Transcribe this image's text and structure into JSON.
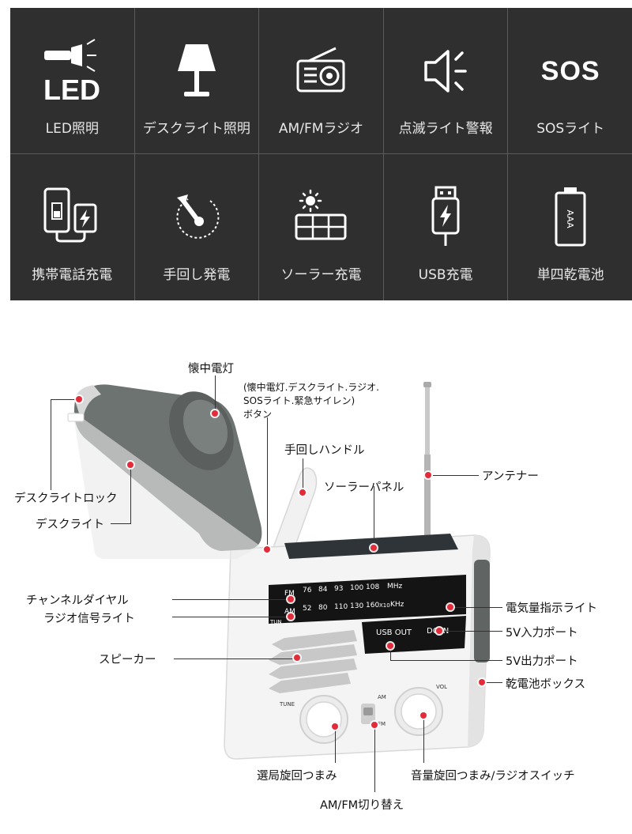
{
  "features": {
    "items": [
      {
        "label": "LED照明",
        "icon": "flashlight-icon",
        "icon_text": "LED"
      },
      {
        "label": "デスクライト照明",
        "icon": "desk-lamp-icon"
      },
      {
        "label": "AM/FMラジオ",
        "icon": "radio-icon"
      },
      {
        "label": "点滅ライト警報",
        "icon": "speaker-alarm-icon"
      },
      {
        "label": "SOSライト",
        "icon": "sos-icon",
        "icon_text": "SOS"
      },
      {
        "label": "携帯電話充電",
        "icon": "phone-charging-icon"
      },
      {
        "label": "手回し発電",
        "icon": "hand-crank-icon"
      },
      {
        "label": "ソーラー充電",
        "icon": "solar-panel-icon"
      },
      {
        "label": "USB充電",
        "icon": "usb-cable-icon"
      },
      {
        "label": "単四乾電池",
        "icon": "battery-aaa-icon",
        "icon_text": "AAA"
      }
    ]
  },
  "product": {
    "dial": {
      "fm_label": "FM",
      "am_label": "AM",
      "fm_scale": [
        "76",
        "84",
        "93",
        "100",
        "108"
      ],
      "am_scale": [
        "52",
        "80",
        "110",
        "130",
        "160"
      ],
      "am_multiplier": "X10",
      "fm_unit": "MHz",
      "am_unit": "KHz",
      "tune_indicator": "TUN"
    },
    "usb_out": "USB OUT",
    "dc_in": "DC IN",
    "tune": "TUNE",
    "vol": "VOL",
    "switch_am": "AM",
    "switch_fm": "FM"
  },
  "callouts": {
    "flashlight": "懐中電灯",
    "button": "(懐中電灯.デスクライト.ラジオ.\nSOSライト.緊急サイレン)\nボタン",
    "crank": "手回しハンドル",
    "antenna": "アンテナー",
    "solar": "ソーラーパネル",
    "desk_lock": "デスクライトロック",
    "desk_light": "デスクライト",
    "channel_dial": "チャンネルダイヤル",
    "signal_light": "ラジオ信号ライト",
    "battery_indicator": "電気量指示ライト",
    "dc_input": "5V入力ポート",
    "usb_output": "5V出力ポート",
    "speaker": "スピーカー",
    "battery_box": "乾電池ボックス",
    "tuning_knob": "選局旋回つまみ",
    "volume_knob": "音量旋回つまみ/ラジオスイッチ",
    "band_switch": "AM/FM切り替え"
  },
  "colors": {
    "panel_bg": "#2f2f2f",
    "accent_red": "#e22c3a",
    "body_white": "#f2f2f2",
    "lamp_gray": "#6d7371",
    "dial_black": "#141414"
  }
}
